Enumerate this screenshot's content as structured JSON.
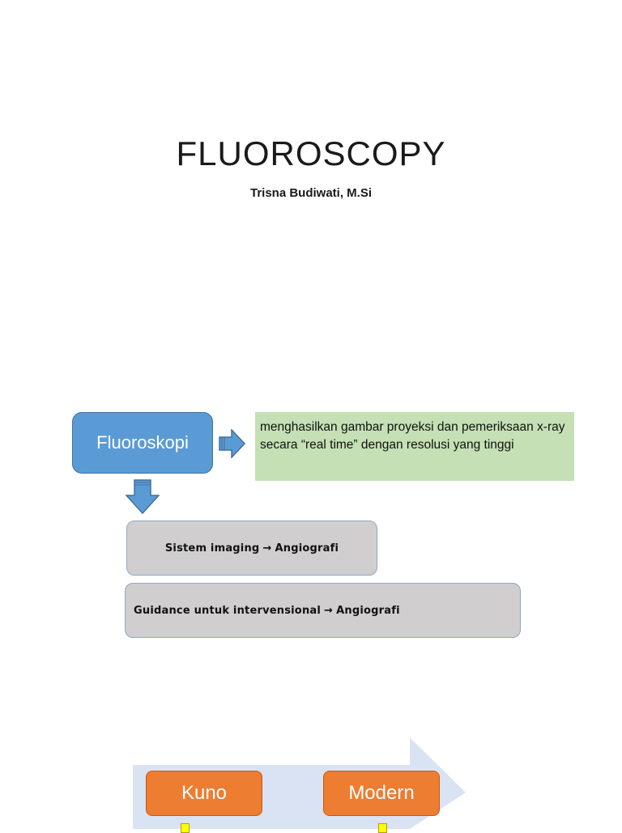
{
  "slide1": {
    "title": "FLUOROSCOPY",
    "author": "Trisna Budiwati, M.Si"
  },
  "slide2": {
    "main_box": "Fluoroskopi",
    "definition": "menghasilkan gambar proyeksi dan pemeriksaan x-ray secara “real time” dengan resolusi yang tinggi",
    "item1_left": "Sistem imaging",
    "item1_arrow": "→",
    "item1_right": "Angiografi",
    "item2_left": "Guidance untuk intervensional",
    "item2_arrow": "→",
    "item2_right": "Angiografi",
    "timeline_start": "Kuno",
    "timeline_end": "Modern"
  },
  "colors": {
    "blue_box": "#5b9bd5",
    "green_box": "#c5e0b4",
    "gray_box": "#d0cece",
    "orange_box": "#ed7d31",
    "timeline_arrow": "#dae3f3"
  },
  "icons": [
    "block-arrow-right-icon",
    "block-arrow-down-icon",
    "timeline-arrow-icon"
  ]
}
